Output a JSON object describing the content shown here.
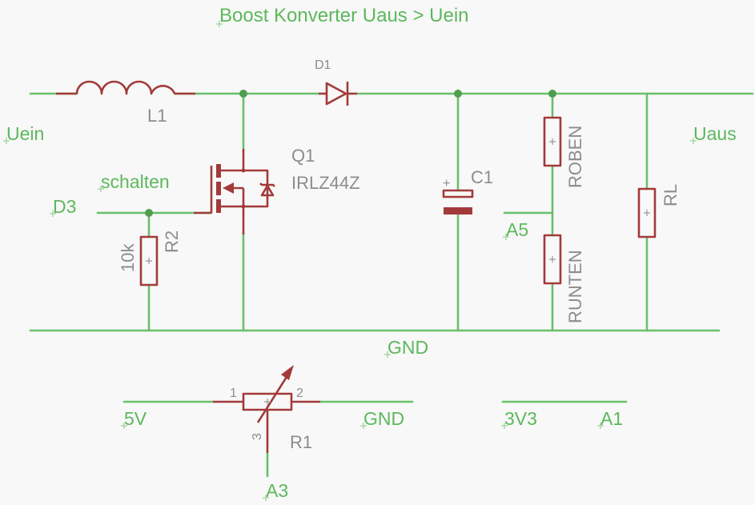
{
  "title": "Boost Konverter Uaus > Uein",
  "nets": {
    "uein": "Uein",
    "uaus": "Uaus",
    "d3": "D3",
    "schalten": "schalten",
    "a5": "A5",
    "gnd_main": "GND",
    "v5": "5V",
    "gnd_pot": "GND",
    "v3v3": "3V3",
    "a1": "A1",
    "a3": "A3"
  },
  "components": {
    "l1": {
      "name": "L1"
    },
    "d1": {
      "name": "D1"
    },
    "q1": {
      "name": "Q1",
      "value": "IRLZ44Z"
    },
    "c1": {
      "name": "C1",
      "polarity": "+"
    },
    "r2": {
      "name": "R2",
      "value": "10k"
    },
    "roben": {
      "name": "ROBEN"
    },
    "runten": {
      "name": "RUNTEN"
    },
    "rl": {
      "name": "RL"
    },
    "r1": {
      "name": "R1",
      "pins": [
        "1",
        "2",
        "3"
      ]
    }
  },
  "colors": {
    "wire": "#6abf6a",
    "part": "#a33a3a",
    "net_label": "#5cb85c",
    "part_label": "#8c8c8c",
    "background": "#f8f8f8"
  }
}
